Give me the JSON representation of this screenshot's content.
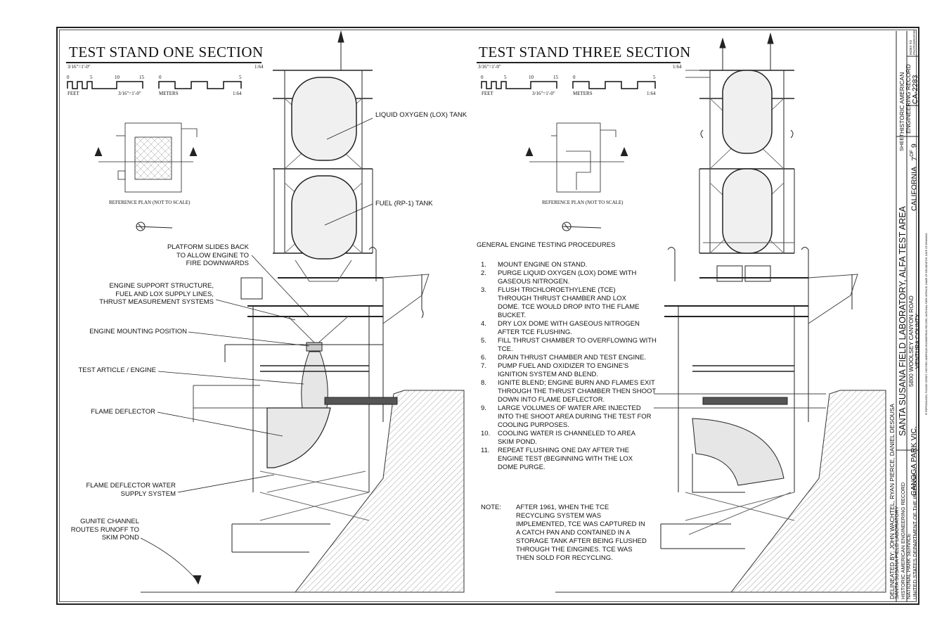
{
  "left_section": {
    "title": "TEST STAND ONE SECTION",
    "scale_note": "3/16\"=1'-0\"",
    "scale_ratio": "1:64",
    "feet_label": "FEET",
    "feet_scale": "3/16\"=1'-0\"",
    "feet_ticks": [
      "0",
      "5",
      "10",
      "15"
    ],
    "meters_label": "METERS",
    "meters_scale": "1:64",
    "meters_ticks": [
      "0",
      "5"
    ],
    "ref_caption": "REFERENCE PLAN (NOT TO SCALE)",
    "callouts": {
      "lox_tank": "LIQUID OXYGEN (LOX) TANK",
      "fuel_tank": "FUEL (RP-1) TANK",
      "platform_1": "PLATFORM SLIDES BACK",
      "platform_2": "TO ALLOW ENGINE TO",
      "platform_3": "FIRE DOWNWARDS",
      "support_1": "ENGINE SUPPORT STRUCTURE,",
      "support_2": "FUEL  AND LOX SUPPLY LINES,",
      "support_3": "THRUST MEASUREMENT SYSTEMS",
      "mounting": "ENGINE MOUNTING POSITION",
      "test_article": "TEST ARTICLE / ENGINE",
      "flame_deflector": "FLAME DEFLECTOR",
      "water_1": "FLAME DEFLECTOR WATER",
      "water_2": "SUPPLY SYSTEM",
      "gunite_1": "GUNITE CHANNEL",
      "gunite_2": "ROUTES RUNOFF TO",
      "gunite_3": "SKIM POND"
    }
  },
  "right_section": {
    "title": "TEST STAND THREE SECTION",
    "scale_note": "3/16\"=1'-0\"",
    "scale_ratio": "1:64",
    "feet_label": "FEET",
    "feet_scale": "3/16\"=1'-0\"",
    "feet_ticks": [
      "0",
      "5",
      "10",
      "15"
    ],
    "meters_label": "METERS",
    "meters_scale": "1:64",
    "meters_ticks": [
      "0",
      "5"
    ],
    "ref_caption": "REFERENCE PLAN (NOT TO SCALE)"
  },
  "procedures": {
    "heading": "GENERAL ENGINE TESTING PROCEDURES",
    "items": [
      {
        "num": "1.",
        "text": "MOUNT ENGINE ON STAND."
      },
      {
        "num": "2.",
        "text": "PURGE LIQUID OXYGEN (LOX) DOME WITH GASEOUS NITROGEN."
      },
      {
        "num": "3.",
        "text": "FLUSH TRICHLOROETHYLENE (TCE) THROUGH THRUST CHAMBER AND LOX DOME.  TCE WOULD DROP INTO THE FLAME BUCKET."
      },
      {
        "num": "4.",
        "text": "DRY LOX DOME WITH GASEOUS NITROGEN AFTER TCE FLUSHING."
      },
      {
        "num": "5.",
        "text": "FILL THRUST CHAMBER TO OVERFLOWING WITH TCE."
      },
      {
        "num": "6.",
        "text": "DRAIN THRUST CHAMBER AND TEST ENGINE."
      },
      {
        "num": "7.",
        "text": "PUMP FUEL AND OXIDIZER TO ENGINE'S IGNITION SYSTEM AND BLEND."
      },
      {
        "num": "8.",
        "text": "IGNITE BLEND; ENGINE BURN AND FLAMES EXIT THROUGH THE THRUST CHAMBER THEN SHOOT DOWN INTO FLAME DEFLECTOR."
      },
      {
        "num": "9.",
        "text": "LARGE VOLUMES OF WATER ARE INJECTED INTO THE SHOOT AREA DURING THE TEST FOR COOLING PURPOSES."
      },
      {
        "num": "10.",
        "text": "COOLING WATER IS CHANNELED TO AREA SKIM POND."
      },
      {
        "num": "11.",
        "text": "REPEAT FLUSHING ONE DAY AFTER THE ENGINE TEST (BEGINNING WITH THE LOX DOME PURGE."
      }
    ],
    "note_label": "NOTE:",
    "note_text": "AFTER 1961, WHEN THE TCE RECYCLING SYSTEM WAS IMPLEMENTED, TCE WAS CAPTURED IN A CATCH PAN AND  CONTAINED IN A STORAGE TANK AFTER BEING FLUSHED THROUGH THE EINGINES.  TCE WAS THEN SOLD FOR RECYCLING."
  },
  "title_block": {
    "delineated": "DELINEATED BY:  JOHN WACHTEL, RYAN PIERCE, DANIEL DESOUSA",
    "agency_1": "SANTA SUSANA FIELD LABORATORY",
    "agency_2": "HISTORIC AMERICAN ENGINEERING RECORD",
    "agency_3": "NATIONAL PARK SERVICE",
    "agency_4": "UNITED STATES DEPARTMENT OF THE INTERIOR",
    "site_title": "SANTA SUSANA FIELD LABORATORY, ALFA TEST AREA",
    "address_1": "5800 WOOLSEY CANYON ROAD",
    "address_2": "VENTURA COUNTY",
    "locality": "CANOGA PARK VIC.",
    "state": "CALIFORNIA",
    "sheet_label": "SHEET",
    "sheet_num": "7",
    "sheet_of": "OF",
    "sheet_total": "9",
    "haer_1": "HISTORIC AMERICAN",
    "haer_2": "ENGINEERING RECORD",
    "record_num": "CA-2283",
    "index_1": "INDEX TO",
    "index_2": "PHOTOGRAPHS",
    "fine_print": "IF REPRODUCED, PLEASE CREDIT: HISTORIC AMERICAN ENGINEERING RECORD, NATIONAL PARK SERVICE, NAME OF DELINEATOR, DATE OF DRAWING"
  }
}
